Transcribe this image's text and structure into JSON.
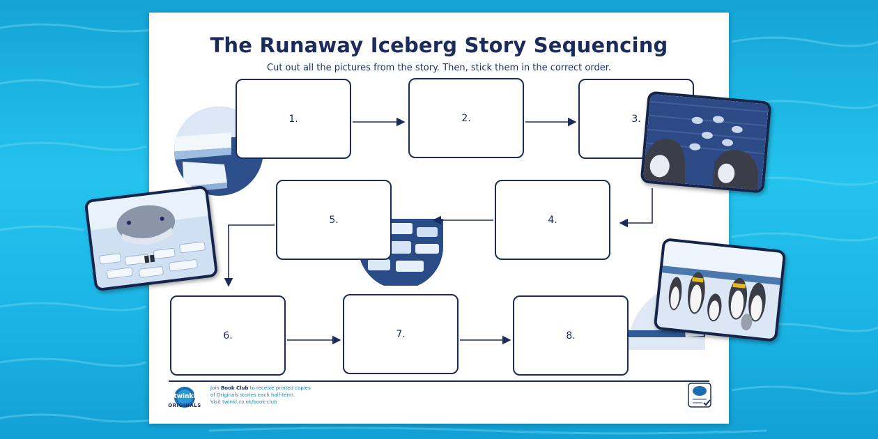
{
  "worksheet": {
    "title": "The Runaway Iceberg Story Sequencing",
    "subtitle": "Cut out all the pictures from the story. Then, stick them in the correct order."
  },
  "sequence_boxes": [
    {
      "label": "1."
    },
    {
      "label": "2."
    },
    {
      "label": "3."
    },
    {
      "label": "4."
    },
    {
      "label": "5."
    },
    {
      "label": "6."
    },
    {
      "label": "7."
    },
    {
      "label": "8."
    }
  ],
  "footer": {
    "logo_word": "twinkl",
    "logo_sub": "ORIGINALS",
    "club_line1_pre": "Join ",
    "club_line1_bold": "Book Club",
    "club_line1_post": " to receive printed copies",
    "club_line2": "of Originals stories each half-term.",
    "club_line3": "Visit twinkl.co.uk/book-club"
  },
  "picture_cards": [
    {
      "icon": "penguins-watching-fish-picture"
    },
    {
      "icon": "whale-in-ice-picture"
    },
    {
      "icon": "penguin-colony-picture"
    }
  ],
  "colors": {
    "background": "#1cb5e6",
    "navy": "#1b2b5c",
    "ice_blue": "#4a78ad"
  }
}
